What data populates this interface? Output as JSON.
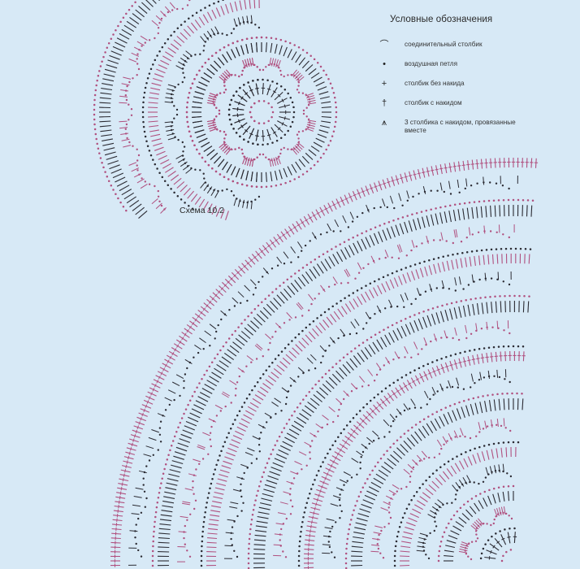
{
  "legend": {
    "title": "Условные обозначения",
    "items": [
      {
        "icon": "slip-stitch-icon",
        "glyph": "⌒",
        "label": "соединительный столбик"
      },
      {
        "icon": "chain-stitch-icon",
        "glyph": "•",
        "label": "воздушная петля"
      },
      {
        "icon": "single-crochet-icon",
        "glyph": "+",
        "label": "столбик без накида"
      },
      {
        "icon": "double-crochet-icon",
        "glyph": "†",
        "label": "столбик с накидом"
      },
      {
        "icon": "cluster-icon",
        "glyph": "⩚",
        "label": "3 столбика с накидом, провязанные вместе"
      }
    ]
  },
  "caption": "Схема 10.2",
  "colors": {
    "background": "#d7e9f6",
    "dark_stitch": "#2b2b33",
    "pink_stitch": "#b0507f"
  }
}
